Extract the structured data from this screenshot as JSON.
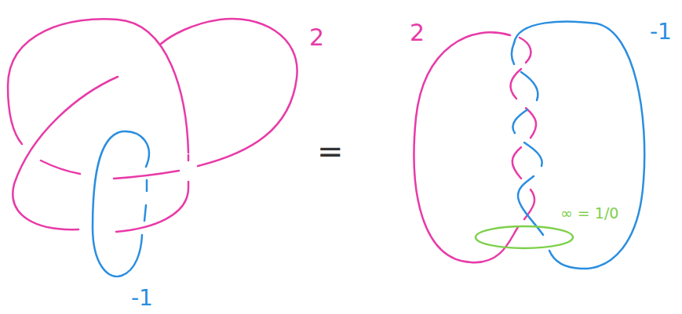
{
  "diagram": {
    "labels": [
      "2",
      "-1",
      "=",
      "2",
      "-1",
      "∞ = 1/0"
    ]
  }
}
